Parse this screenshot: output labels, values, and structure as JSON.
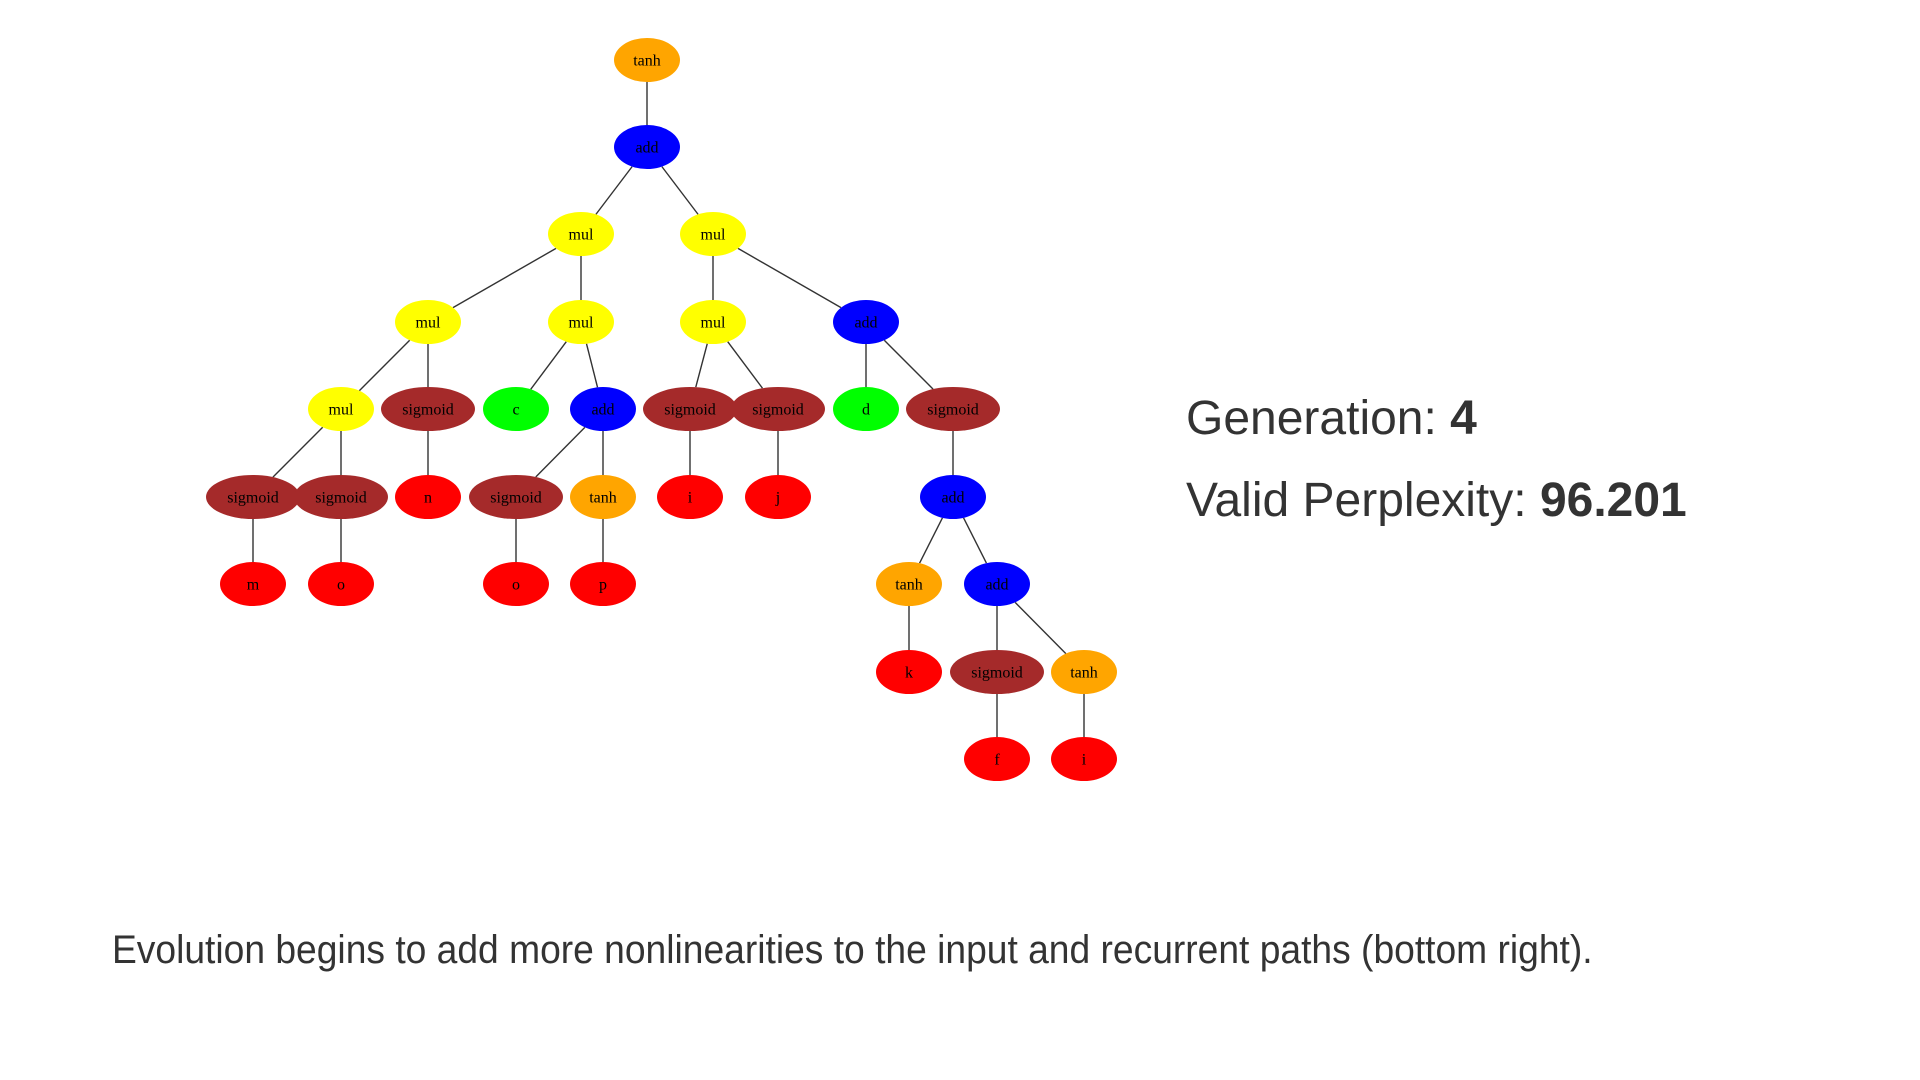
{
  "colors": {
    "tanh": "#FFA500",
    "add": "#0000FF",
    "mul": "#FFFF00",
    "sigmoid": "#A52A2A",
    "input": "#FF0000",
    "state": "#00FF00",
    "text": "#333333",
    "edge": "#333333"
  },
  "stats": {
    "generation_label": "Generation: ",
    "generation_value": "4",
    "perplexity_label": "Valid Perplexity: ",
    "perplexity_value": "96.201"
  },
  "caption": "Evolution begins to add more nonlinearities to the input and recurrent paths (bottom right).",
  "tree": {
    "nodes": [
      {
        "id": "n0",
        "label": "tanh",
        "kind": "tanh",
        "parent": null
      },
      {
        "id": "n1",
        "label": "add",
        "kind": "add",
        "parent": "n0"
      },
      {
        "id": "n2",
        "label": "mul",
        "kind": "mul",
        "parent": "n1"
      },
      {
        "id": "n3",
        "label": "mul",
        "kind": "mul",
        "parent": "n1"
      },
      {
        "id": "n4",
        "label": "mul",
        "kind": "mul",
        "parent": "n2"
      },
      {
        "id": "n5",
        "label": "mul",
        "kind": "mul",
        "parent": "n2"
      },
      {
        "id": "n6",
        "label": "mul",
        "kind": "mul",
        "parent": "n3"
      },
      {
        "id": "n7",
        "label": "add",
        "kind": "add",
        "parent": "n3"
      },
      {
        "id": "n8",
        "label": "mul",
        "kind": "mul",
        "parent": "n4"
      },
      {
        "id": "n9",
        "label": "sigmoid",
        "kind": "sigmoid",
        "parent": "n4"
      },
      {
        "id": "n10",
        "label": "c",
        "kind": "state",
        "parent": "n5"
      },
      {
        "id": "n11",
        "label": "add",
        "kind": "add",
        "parent": "n5"
      },
      {
        "id": "n12",
        "label": "sigmoid",
        "kind": "sigmoid",
        "parent": "n6"
      },
      {
        "id": "n13",
        "label": "sigmoid",
        "kind": "sigmoid",
        "parent": "n6"
      },
      {
        "id": "n14",
        "label": "d",
        "kind": "state",
        "parent": "n7"
      },
      {
        "id": "n15",
        "label": "sigmoid",
        "kind": "sigmoid",
        "parent": "n7"
      },
      {
        "id": "n16",
        "label": "sigmoid",
        "kind": "sigmoid",
        "parent": "n8"
      },
      {
        "id": "n17",
        "label": "sigmoid",
        "kind": "sigmoid",
        "parent": "n8"
      },
      {
        "id": "n18",
        "label": "n",
        "kind": "input",
        "parent": "n9"
      },
      {
        "id": "n19",
        "label": "sigmoid",
        "kind": "sigmoid",
        "parent": "n11"
      },
      {
        "id": "n20",
        "label": "tanh",
        "kind": "tanh",
        "parent": "n11"
      },
      {
        "id": "n21",
        "label": "i",
        "kind": "input",
        "parent": "n12"
      },
      {
        "id": "n22",
        "label": "j",
        "kind": "input",
        "parent": "n13"
      },
      {
        "id": "n23",
        "label": "add",
        "kind": "add",
        "parent": "n15"
      },
      {
        "id": "n24",
        "label": "m",
        "kind": "input",
        "parent": "n16"
      },
      {
        "id": "n25",
        "label": "o",
        "kind": "input",
        "parent": "n17"
      },
      {
        "id": "n26",
        "label": "o",
        "kind": "input",
        "parent": "n19"
      },
      {
        "id": "n27",
        "label": "p",
        "kind": "input",
        "parent": "n20"
      },
      {
        "id": "n28",
        "label": "tanh",
        "kind": "tanh",
        "parent": "n23"
      },
      {
        "id": "n29",
        "label": "add",
        "kind": "add",
        "parent": "n23"
      },
      {
        "id": "n30",
        "label": "k",
        "kind": "input",
        "parent": "n28"
      },
      {
        "id": "n31",
        "label": "sigmoid",
        "kind": "sigmoid",
        "parent": "n29"
      },
      {
        "id": "n32",
        "label": "tanh",
        "kind": "tanh",
        "parent": "n29"
      },
      {
        "id": "n33",
        "label": "f",
        "kind": "input",
        "parent": "n31"
      },
      {
        "id": "n34",
        "label": "i",
        "kind": "input",
        "parent": "n32"
      }
    ]
  }
}
